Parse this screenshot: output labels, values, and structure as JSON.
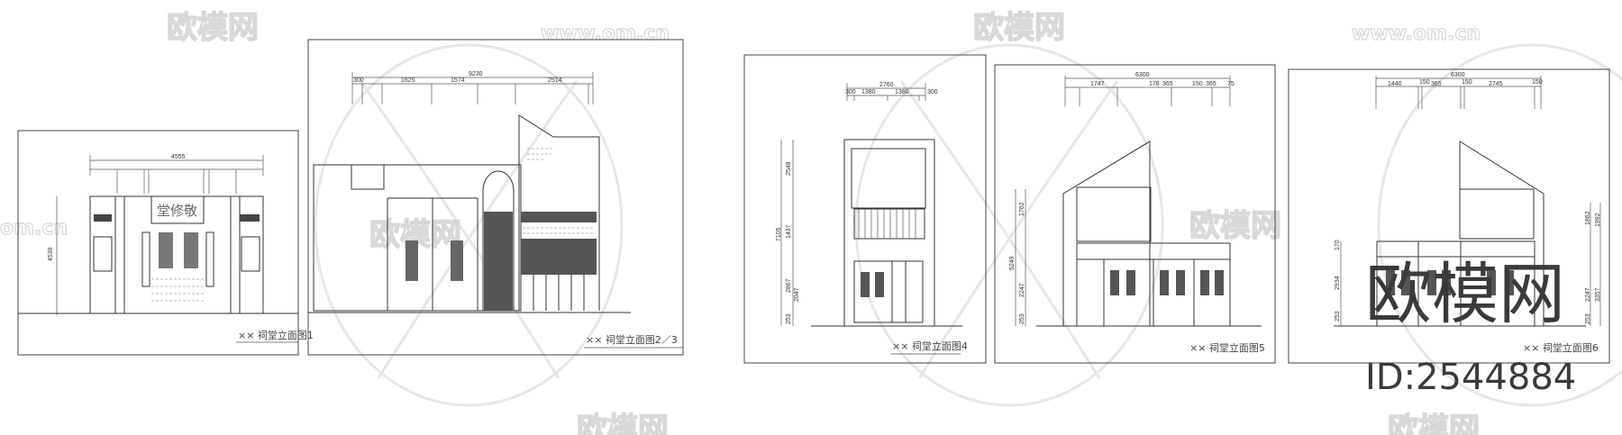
{
  "watermark": {
    "brand": "欧模网",
    "url": "www.om.cn",
    "url_fragment": "om.cn",
    "id_label": "ID:2544884"
  },
  "panels": [
    {
      "title": "×× 祠堂立面图1",
      "sign_text": "堂修敬",
      "dims": {
        "top_total": "4555",
        "left_total": "4538"
      }
    },
    {
      "title": "×× 祠堂立面图2／3",
      "dims": {
        "top_total": "9230",
        "seg1": "300",
        "seg2": "1625",
        "seg3": "1574",
        "seg4": "2514"
      }
    },
    {
      "title": "×× 祠堂立面图4",
      "dims": {
        "top_total": "2760",
        "top_a": "300",
        "top_b": "1380",
        "top_c": "1380",
        "top_d": "300",
        "v1": "2548",
        "v2": "1437",
        "v_total": "7105",
        "v3": "2867",
        "v4": "2047",
        "v5": "253"
      }
    },
    {
      "title": "×× 祠堂立面图5",
      "dims": {
        "top_total": "6300",
        "top_a": "1747",
        "top_b": "178",
        "top_c": "365",
        "top_d": "150",
        "top_e": "365",
        "top_f": "75",
        "v1": "1762",
        "v_total": "5249",
        "v2": "2247",
        "v3": "253"
      }
    },
    {
      "title": "×× 祠堂立面图6",
      "dims": {
        "top_total": "6300",
        "top_a": "1440",
        "top_b": "150",
        "top_c": "365",
        "top_d": "150",
        "top_e": "2745",
        "top_f": "150",
        "l1": "170",
        "l2": "2934",
        "l3": "253",
        "r1": "1862",
        "r2": "1992",
        "r3": "2247",
        "r4": "3357",
        "r5": "253"
      }
    }
  ]
}
